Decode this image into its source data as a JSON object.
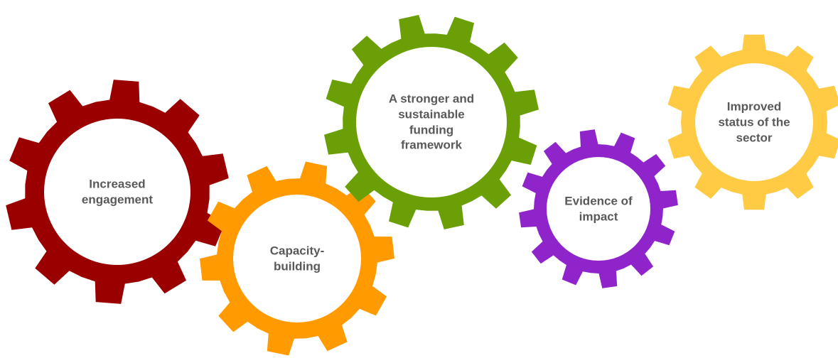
{
  "gears": [
    {
      "id": "increased-engagement",
      "color": "#9b0000",
      "lines": [
        "Increased",
        "engagement"
      ]
    },
    {
      "id": "capacity-building",
      "color": "#ff9a00",
      "lines": [
        "Capacity-",
        "building"
      ]
    },
    {
      "id": "funding-framework",
      "color": "#6a9f06",
      "lines": [
        "A stronger and",
        "sustainable",
        "funding",
        "framework"
      ]
    },
    {
      "id": "evidence-of-impact",
      "color": "#8e24c9",
      "lines": [
        "Evidence of",
        "impact"
      ]
    },
    {
      "id": "improved-status",
      "color": "#ffcb45",
      "lines": [
        "Improved",
        "status of the",
        "sector"
      ]
    }
  ]
}
